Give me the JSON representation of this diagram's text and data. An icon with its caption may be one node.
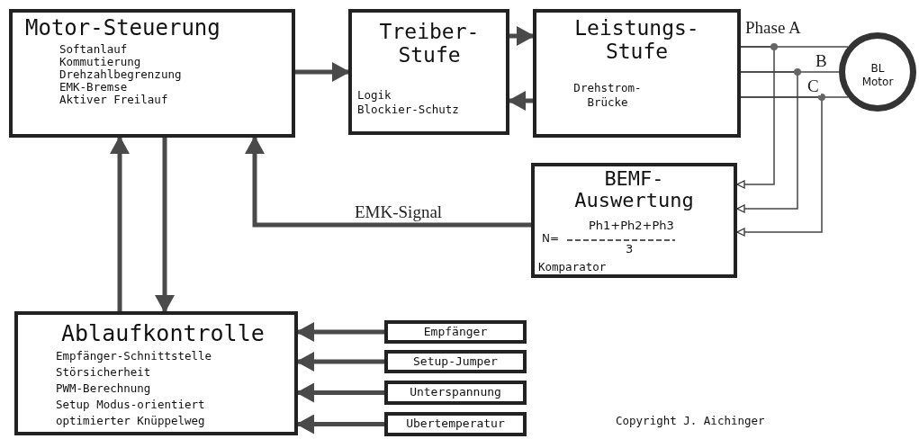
{
  "diagram": {
    "nodes": [
      {
        "text": [
          "Motor-Steuerung",
          "Softanlauf",
          "Kommutierung",
          "Drehzahlbegrenzung",
          "EMK-Bremse",
          "Aktiver Freilauf"
        ]
      },
      {
        "text": [
          "Treiber- Stufe",
          "Logik",
          "Blockier-Schutz"
        ]
      },
      {
        "text": [
          "Leistungs- Stufe",
          "Drehstrom- Brücke"
        ]
      },
      {
        "text": [
          "BL Motor"
        ]
      },
      {
        "text": [
          "BEMF- Auswertung",
          "Ph1+Ph2+Ph3",
          "N=",
          "3",
          "Komparator"
        ]
      },
      {
        "text": [
          "Ablaufkontrolle",
          "Empfänger-Schnittstelle",
          "Störsicherheit",
          "PWM-Berechnung",
          "Setup Modus-orientiert",
          "optimierter Knüppelweg"
        ]
      },
      {
        "text": [
          "Empfänger"
        ]
      },
      {
        "text": [
          "Setup-Jumper"
        ]
      },
      {
        "text": [
          "Unterspannung"
        ]
      },
      {
        "text": [
          "Ubertemperatur"
        ]
      }
    ],
    "edges": [
      {
        "from": 0,
        "to": 1,
        "arrow": "to"
      },
      {
        "from": 1,
        "to": 2,
        "arrow": "to"
      },
      {
        "from": 2,
        "to": 1,
        "arrow": "to"
      },
      {
        "from": 4,
        "to": 0,
        "arrow": "to",
        "label": "EMK-Signal"
      },
      {
        "from": 5,
        "to": 0,
        "arrow": "to"
      },
      {
        "from": 0,
        "to": 5,
        "arrow": "to"
      },
      {
        "from": 6,
        "to": 5,
        "arrow": "to"
      },
      {
        "from": 7,
        "to": 5,
        "arrow": "to"
      },
      {
        "from": 8,
        "to": 5,
        "arrow": "to"
      },
      {
        "from": 9,
        "to": 5,
        "arrow": "to"
      },
      {
        "from": 2,
        "to": 3,
        "arrow": "none",
        "label": "Phase A"
      },
      {
        "from": 2,
        "to": 3,
        "arrow": "none",
        "label": "B"
      },
      {
        "from": 2,
        "to": 3,
        "arrow": "none",
        "label": "C"
      },
      {
        "from": 2,
        "to": 4,
        "arrow": "to"
      },
      {
        "from": 2,
        "to": 4,
        "arrow": "to"
      },
      {
        "from": 2,
        "to": 4,
        "arrow": "to"
      }
    ],
    "labels": [
      "Copyright J. Aichinger"
    ]
  }
}
